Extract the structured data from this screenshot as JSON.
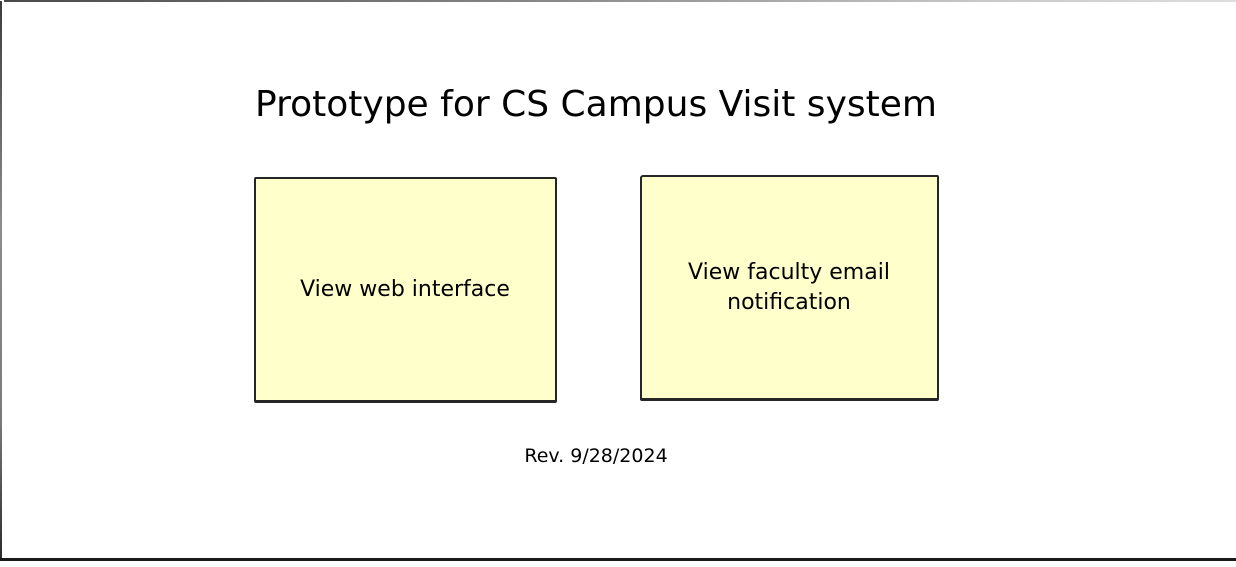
{
  "slide": {
    "title": "Prototype for CS Campus Visit system",
    "revision_label": "Rev. 9/28/2024",
    "prototype_links": [
      {
        "label": "View web interface"
      },
      {
        "label": "View faculty email notification"
      }
    ],
    "colors": {
      "note_background": "#ffffcc",
      "note_border": "#262626",
      "frame_line": "#1a1a1a",
      "text": "#000000"
    }
  }
}
